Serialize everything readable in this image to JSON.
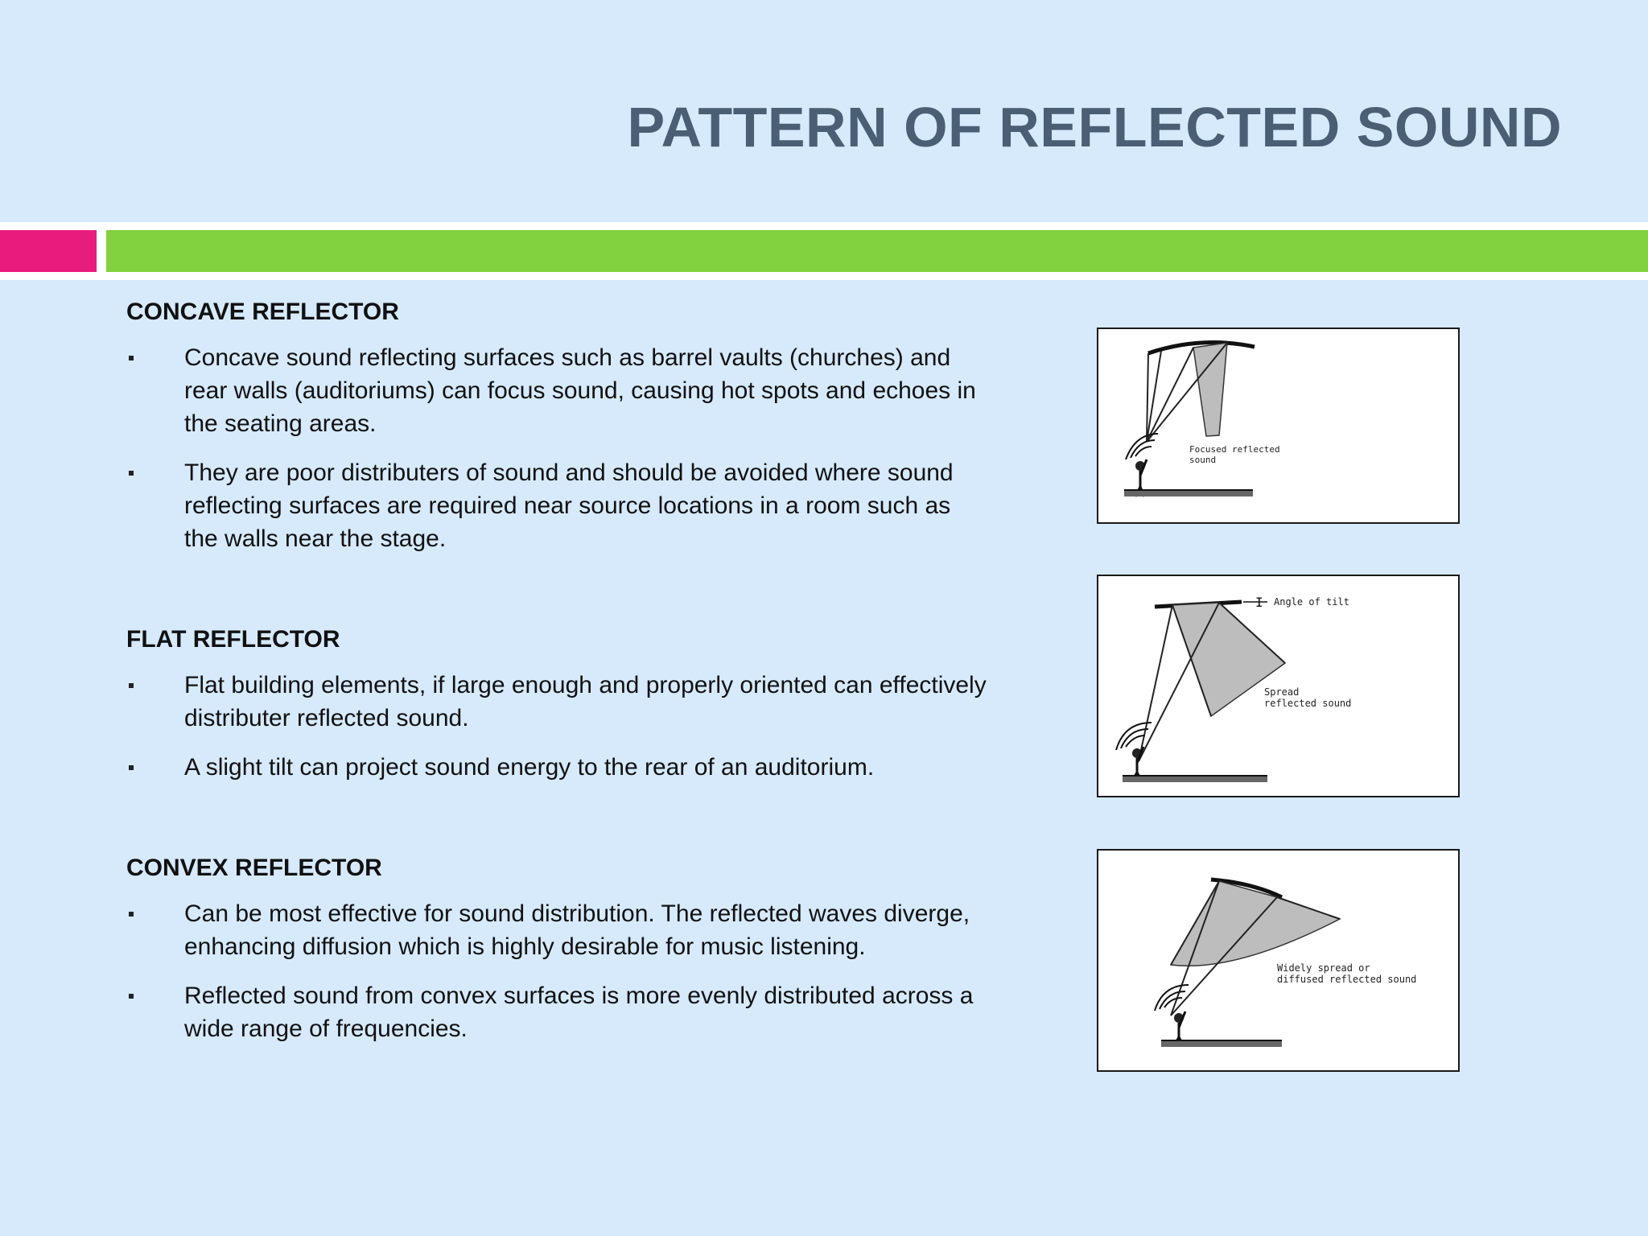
{
  "title": "PATTERN OF REFLECTED SOUND",
  "sections": [
    {
      "heading": "CONCAVE REFLECTOR",
      "bullets": [
        "Concave sound reflecting surfaces such as barrel vaults (churches) and rear walls (auditoriums) can focus sound, causing hot spots and echoes in the seating areas.",
        "They are poor distributers of sound and should be avoided where sound reflecting surfaces are required  near source locations in a room such as the walls near the stage."
      ]
    },
    {
      "heading": "FLAT REFLECTOR",
      "bullets": [
        "Flat building elements, if large enough and properly oriented can effectively distributer reflected sound.",
        "A slight tilt can project sound energy to the rear of an auditorium."
      ]
    },
    {
      "heading": "CONVEX REFLECTOR",
      "bullets": [
        "Can be most effective for sound distribution. The reflected waves diverge, enhancing diffusion which is highly desirable for music listening.",
        "Reflected sound from convex surfaces is more evenly distributed across a wide range of frequencies."
      ]
    }
  ],
  "figures": {
    "concave": {
      "label_line1": "Focused reflected",
      "label_line2": "sound"
    },
    "flat": {
      "angle_label": "Angle of tilt",
      "label_line1": "Spread",
      "label_line2": "reflected sound"
    },
    "convex": {
      "label_line1": "Widely spread or",
      "label_line2": "diffused reflected sound"
    }
  },
  "colors": {
    "background": "#d6eafc",
    "title": "#4a5f74",
    "accent_pink": "#e81c7c",
    "accent_green": "#82d13e"
  }
}
